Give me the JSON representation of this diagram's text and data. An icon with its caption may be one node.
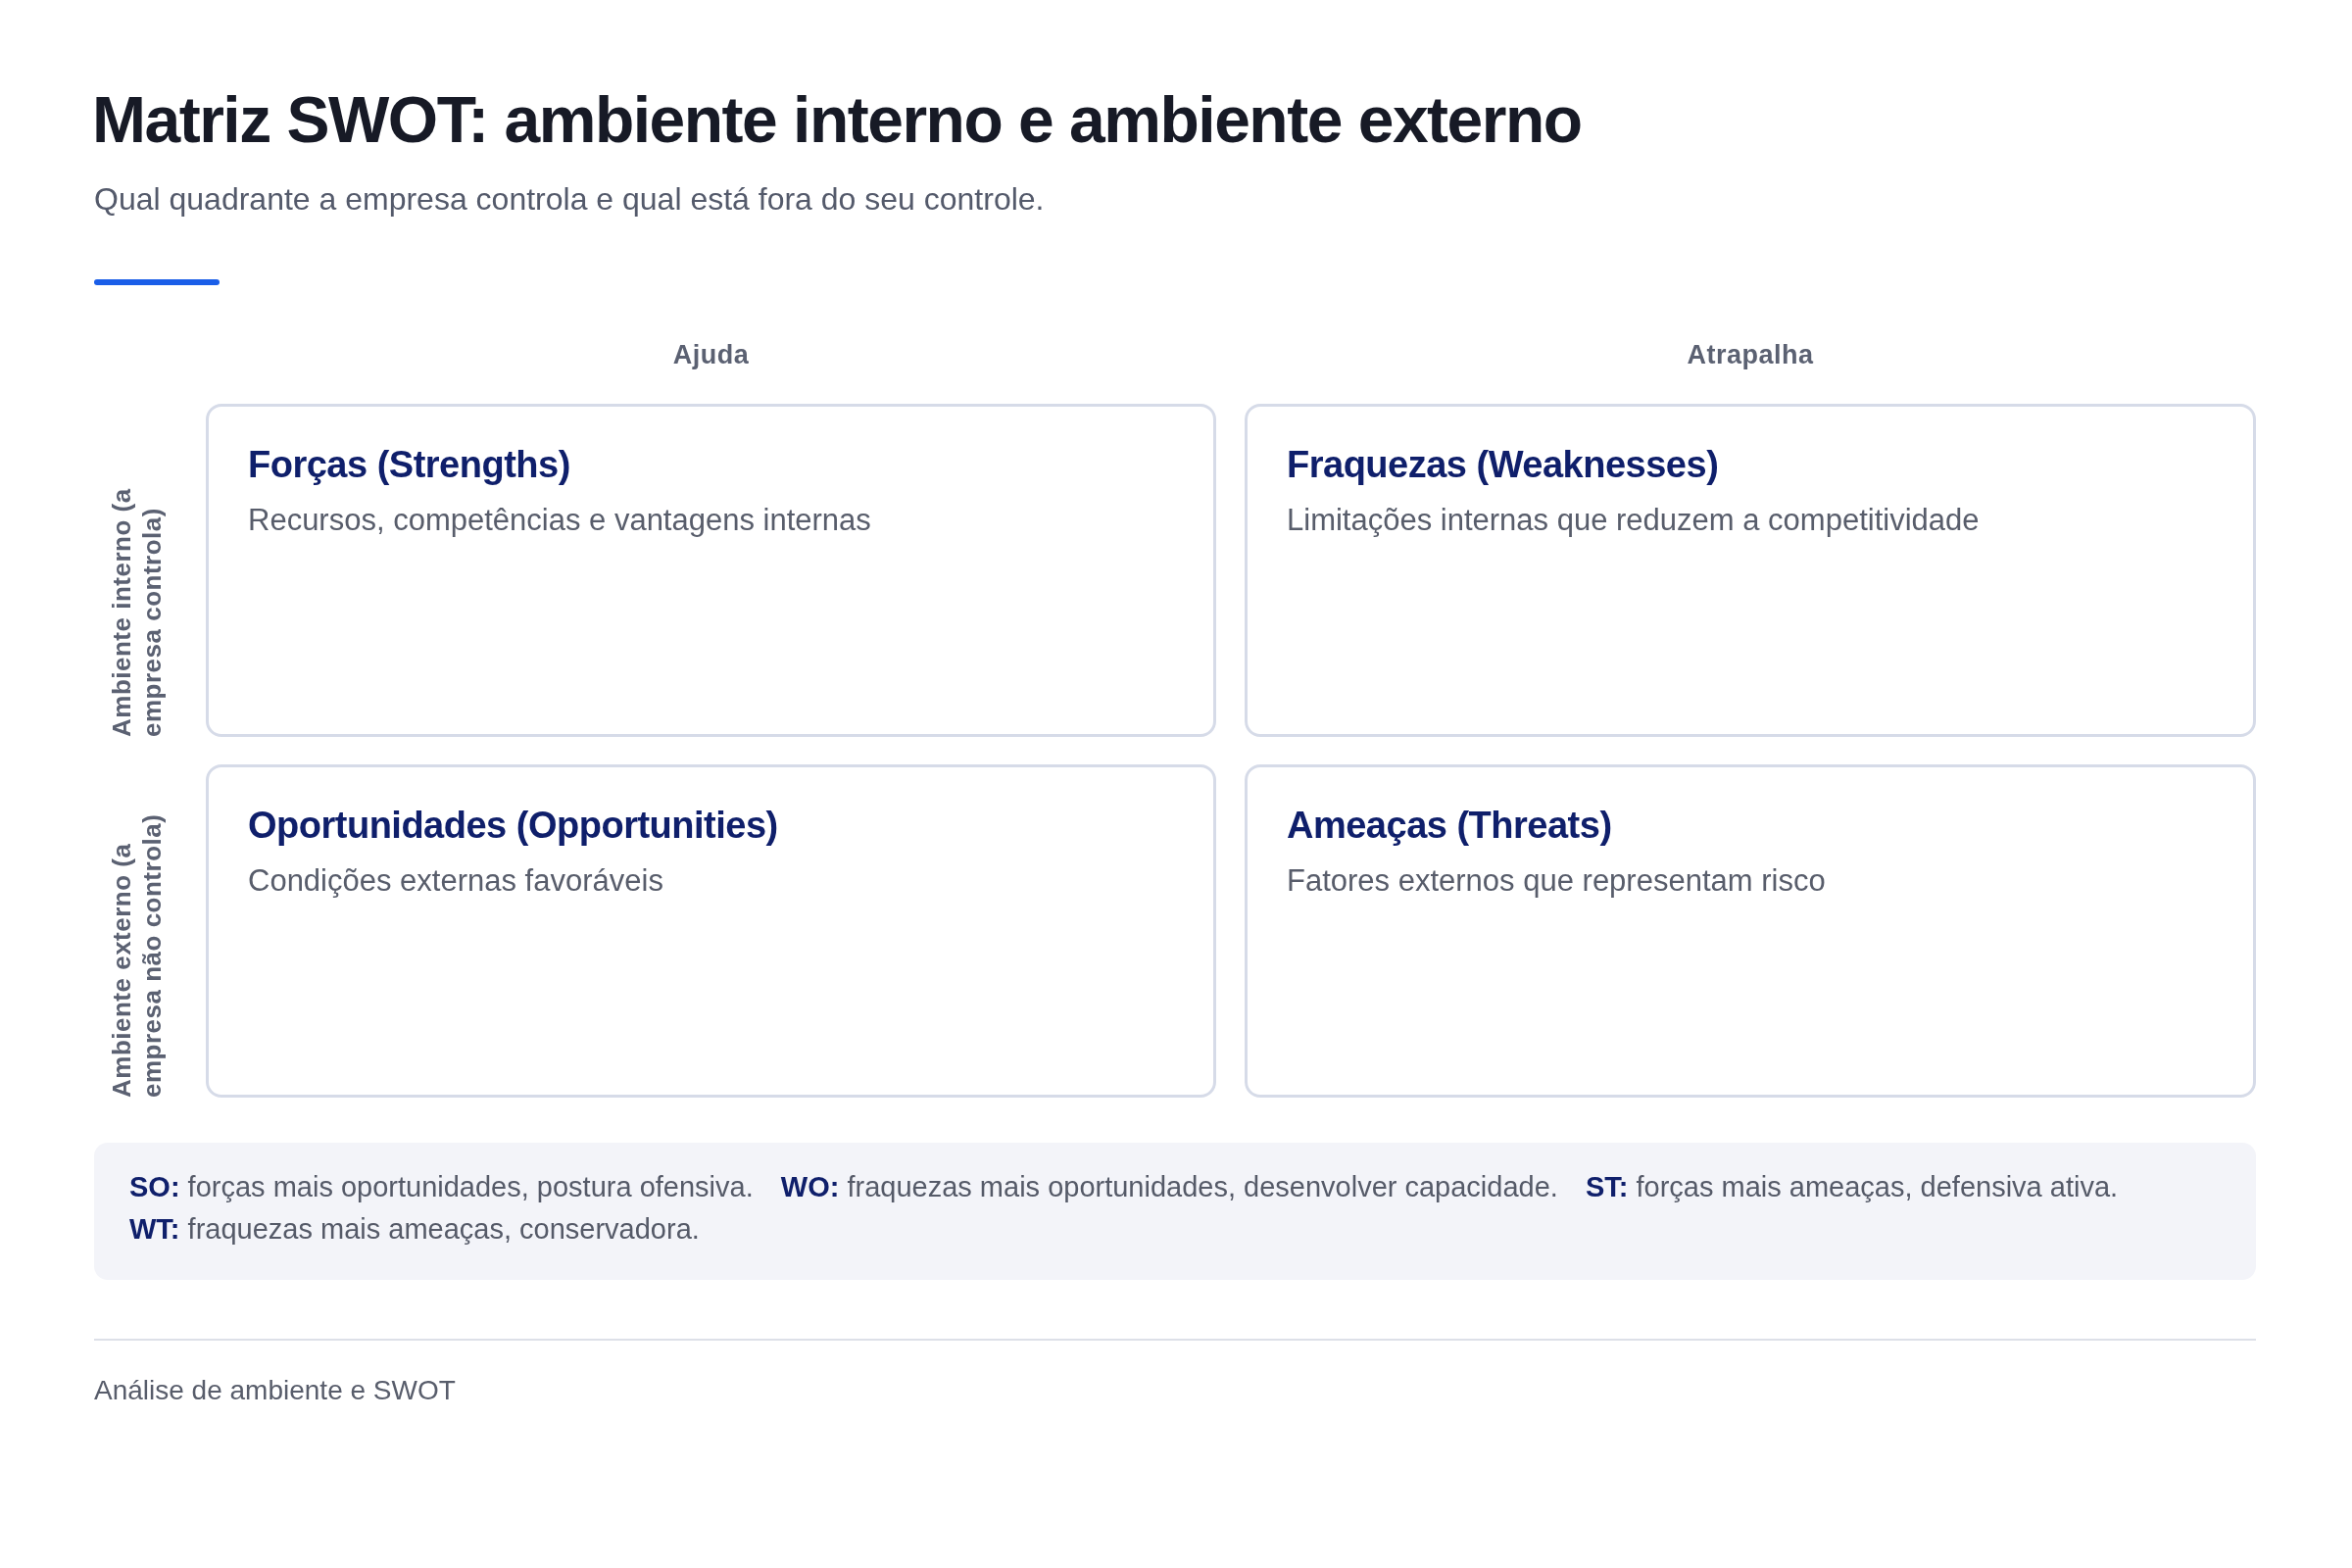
{
  "diagram": {
    "title": "Matriz SWOT: ambiente interno e ambiente externo",
    "nodes": [
      {
        "text": [
          "Forças (Strengths)",
          "Recursos, competências e vantagens internas"
        ]
      },
      {
        "text": [
          "Fraquezas (Weaknesses)",
          "Limitações internas que reduzem a competitividade"
        ]
      },
      {
        "text": [
          "Oportunidades (Opportunities)",
          "Condições externas favoráveis"
        ]
      },
      {
        "text": [
          "Ameaças (Threats)",
          "Fatores externos que representam risco"
        ]
      },
      {
        "text": [
          "**SO:** forças mais oportunidades, postura ofensiva.",
          "**WO:** fraquezas mais oportunidades, desenvolver capacidade.",
          "**ST:** forças mais ameaças, defensiva ativa.",
          "**WT:** fraquezas mais ameaças, conservadora."
        ]
      }
    ],
    "labels": [
      "Qual quadrante a empresa controla e qual está fora do seu controle.",
      "Ajuda",
      "Atrapalha",
      "Ambiente interno (a empresa controla)",
      "Ambiente externo (a empresa não controla)",
      "Análise de ambiente e SWOT"
    ]
  }
}
